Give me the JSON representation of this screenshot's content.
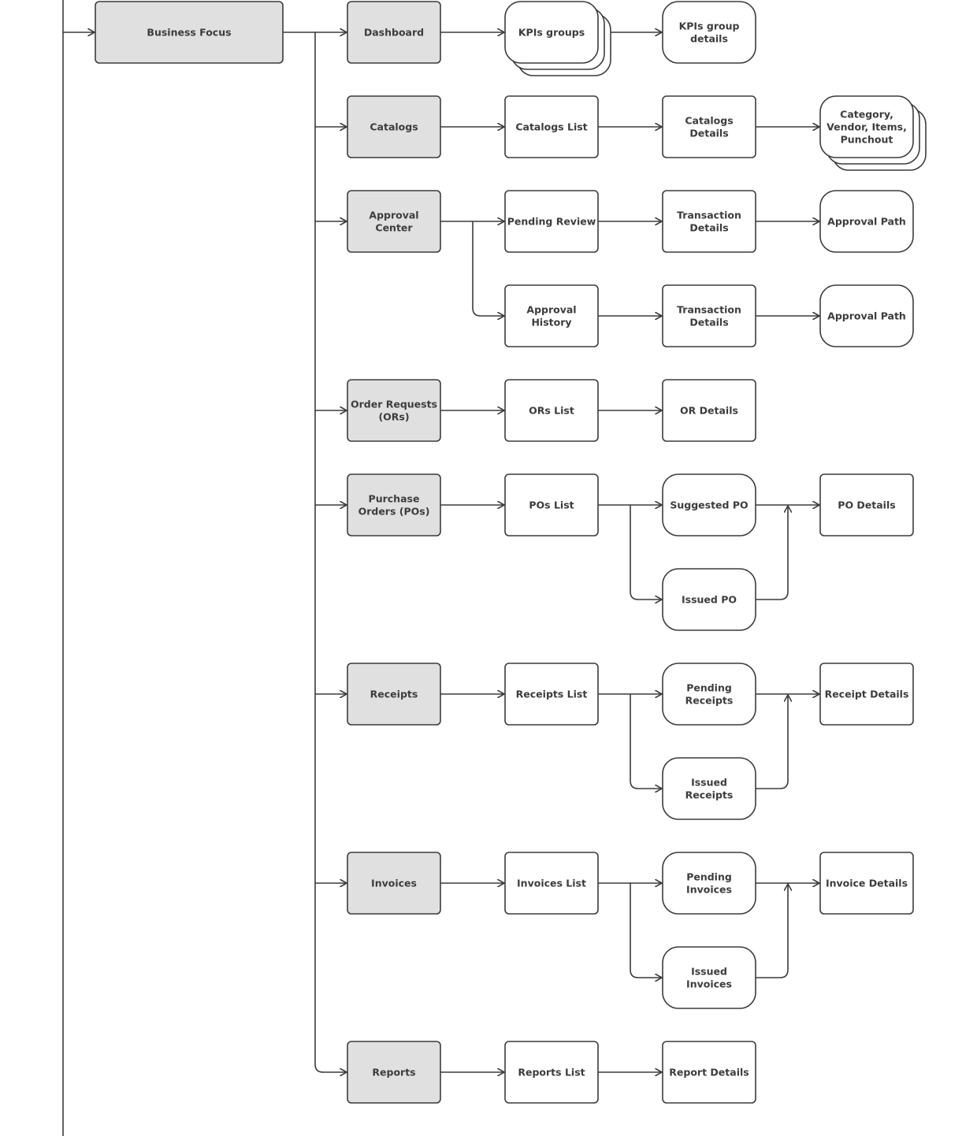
{
  "colors": {
    "stroke": "#3c3c3c",
    "section_fill": "#e0e0e0",
    "node_fill": "#ffffff",
    "text": "#3c3c3c",
    "background": "#ffffff"
  },
  "root": {
    "label": "Business Focus"
  },
  "sections": [
    {
      "label": "Dashboard",
      "steps": [
        {
          "label": "KPIs groups",
          "style": "stack"
        },
        {
          "label": "KPIs group details",
          "style": "rounded"
        }
      ]
    },
    {
      "label": "Catalogs",
      "steps": [
        {
          "label": "Catalogs List",
          "style": "rect"
        },
        {
          "label": "Catalogs Details",
          "style": "rect"
        },
        {
          "label": "Category, Vendor, Items, Punchout",
          "style": "stack"
        }
      ]
    },
    {
      "label": "Approval Center",
      "branches": [
        {
          "steps": [
            {
              "label": "Pending Review",
              "style": "rect"
            },
            {
              "label": "Transaction Details",
              "style": "rect"
            },
            {
              "label": "Approval Path",
              "style": "rounded"
            }
          ]
        },
        {
          "steps": [
            {
              "label": "Approval History",
              "style": "rect"
            },
            {
              "label": "Transaction Details",
              "style": "rect"
            },
            {
              "label": "Approval Path",
              "style": "rounded"
            }
          ]
        }
      ]
    },
    {
      "label": "Order Requests (ORs)",
      "steps": [
        {
          "label": "ORs List",
          "style": "rect"
        },
        {
          "label": "OR Details",
          "style": "rect"
        }
      ]
    },
    {
      "label": "Purchase Orders (POs)",
      "list": "POs List",
      "options": [
        "Suggested PO",
        "Issued PO"
      ],
      "details": "PO Details"
    },
    {
      "label": "Receipts",
      "list": "Receipts List",
      "options": [
        "Pending Receipts",
        "Issued Receipts"
      ],
      "details": "Receipt Details"
    },
    {
      "label": "Invoices",
      "list": "Invoices List",
      "options": [
        "Pending Invoices",
        "Issued Invoices"
      ],
      "details": "Invoice Details"
    },
    {
      "label": "Reports",
      "steps": [
        {
          "label": "Reports List",
          "style": "rect"
        },
        {
          "label": "Report Details",
          "style": "rect"
        }
      ]
    }
  ]
}
